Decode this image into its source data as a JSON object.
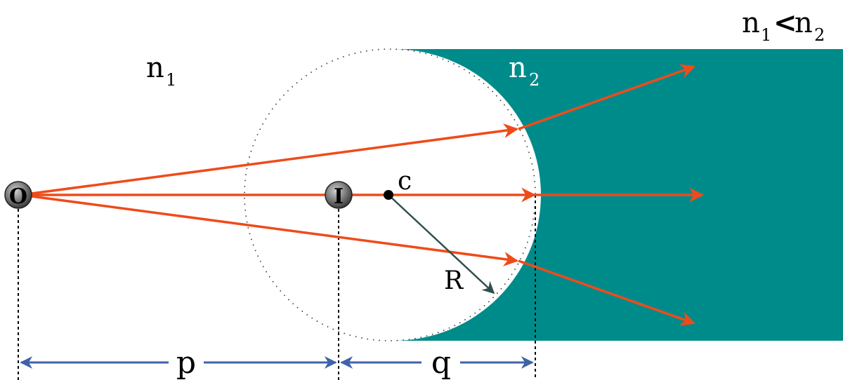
{
  "colors": {
    "medium2": "#008b8b",
    "ray": "#ef4b1a",
    "dimension": "#3f63a8",
    "radius": "#2f4f4f",
    "point_fill": "#707070"
  },
  "labels": {
    "condition_n1": "n",
    "condition_n1_sub": "1",
    "condition_lt": "<",
    "condition_n2": "n",
    "condition_n2_sub": "2",
    "medium1_n": "n",
    "medium1_sub": "1",
    "medium2_n": "n",
    "medium2_sub": "2",
    "object": "O",
    "image": "I",
    "center": "c",
    "radius": "R",
    "p": "p",
    "q": "q"
  }
}
